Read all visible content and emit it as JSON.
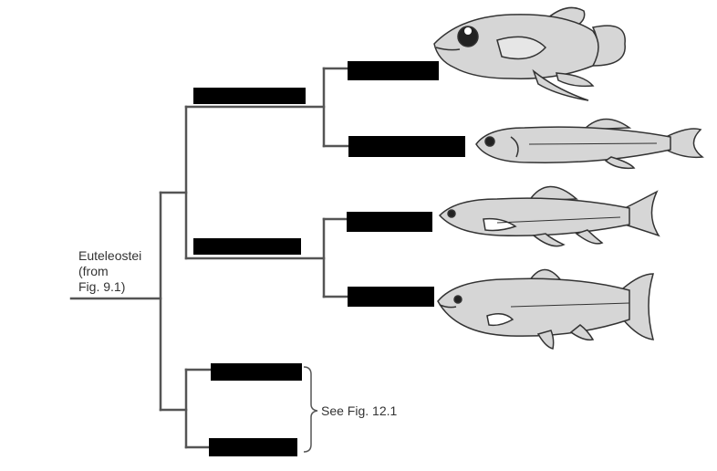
{
  "root_label": {
    "lines": [
      "Euteleostei",
      "(from",
      "Fig. 9.1)"
    ]
  },
  "bracket_note": "See Fig. 12.1",
  "colors": {
    "line": "#555555",
    "redaction": "#000000",
    "fish_fill": "#d6d6d6",
    "fish_stroke": "#333333"
  },
  "redacted_labels": [
    "clade-upper",
    "taxon-1",
    "taxon-2",
    "clade-lower",
    "taxon-3",
    "taxon-4",
    "taxon-5",
    "taxon-6"
  ],
  "fish_icons": [
    "anglerlike-fish-icon",
    "elongate-fish-icon",
    "trout-fish-icon",
    "salmon-fish-icon"
  ]
}
